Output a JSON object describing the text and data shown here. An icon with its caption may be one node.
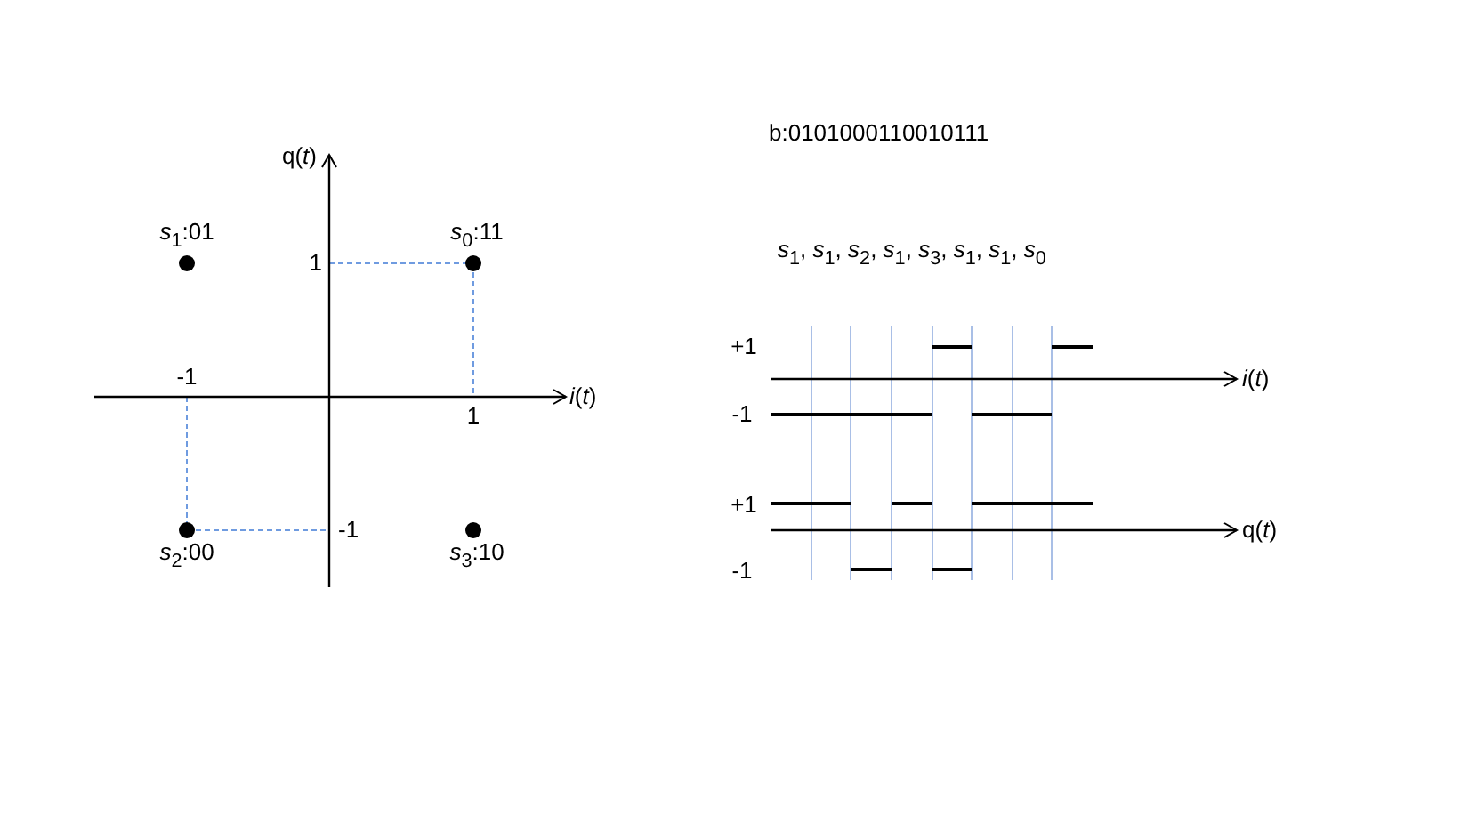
{
  "diagram": {
    "labels": [
      "q(*t*)",
      "*s*$_{1}$:01",
      "*s*$_{0}$:11",
      "1",
      "-1",
      "*i*(*t*)",
      "1",
      "*s*$_{2}$:00",
      "-1",
      "*s*$_{3}$:10",
      "b:0101000110010111",
      "*s*$_{1}$, *s*$_{1}$,  *s*$_{2}$,  *s*$_{1}$, *s*$_{3}$, *s*$_{1}$,  *s*$_{1}$, *s*$_{0}$",
      "+1",
      "*i*(*t*)",
      "-1",
      "+1",
      "q(*t*)",
      "-1"
    ]
  }
}
